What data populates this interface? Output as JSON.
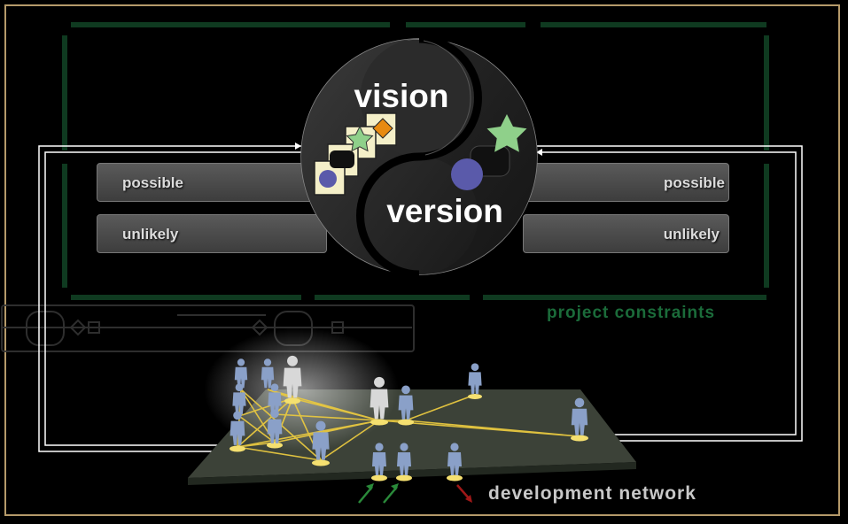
{
  "diagram": {
    "center": {
      "top_word": "vision",
      "bottom_word": "version"
    },
    "left_bars": {
      "top": "possible",
      "bottom": "unlikely"
    },
    "right_bars": {
      "top": "possible",
      "bottom": "unlikely"
    },
    "constraints_label": "project constraints",
    "network_label": "development network"
  },
  "colors": {
    "frame": "#b59a6a",
    "constraint_green": "#0f3a20",
    "constraint_text": "#1b6b3a",
    "person": "#8aa0c8",
    "highlight_person": "#d8d8d8",
    "link": "#e8c840",
    "star": "#8fd08a",
    "diamond": "#e88a10",
    "circle": "#5a5aaa",
    "arrow_in": "#2a8a3a",
    "arrow_out": "#a01818"
  },
  "icons": [
    "yin-yang-symbol",
    "star-icon",
    "diamond-icon",
    "circle-icon",
    "person-icon",
    "arrow-icon"
  ]
}
